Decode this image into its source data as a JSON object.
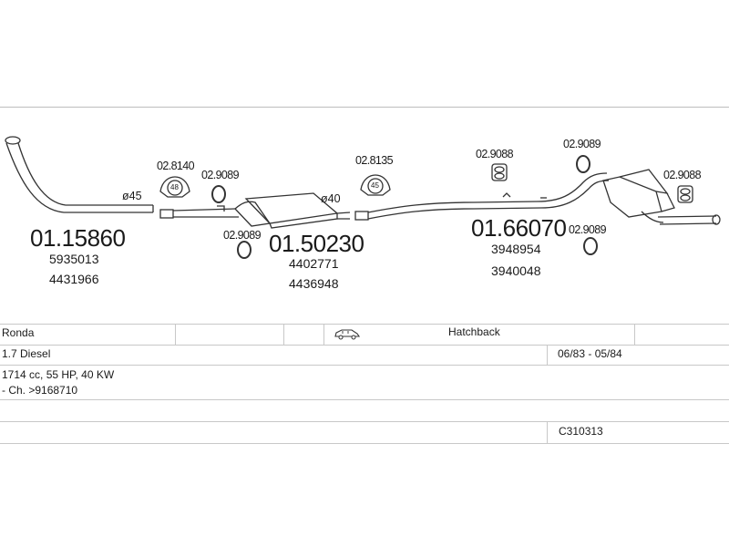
{
  "parts": {
    "front_pipe": {
      "number": "01.15860",
      "oe1": "5935013",
      "oe2": "4431966"
    },
    "middle_silencer": {
      "number": "01.50230",
      "oe1": "4402771",
      "oe2": "4436948"
    },
    "rear_silencer": {
      "number": "01.66070",
      "oe1": "3948954",
      "oe2": "3940048"
    }
  },
  "small_parts": {
    "gasket_48": "02.8140",
    "ring_a": "02.9089",
    "ring_b": "02.9089",
    "gasket_45": "02.8135",
    "rubber_c": "02.9088",
    "ring_c": "02.9089",
    "ring_d": "02.9089",
    "rubber_d": "02.9088"
  },
  "gasket_sizes": {
    "g48": "48",
    "g45": "45"
  },
  "diameters": {
    "d45": "ø45",
    "d40": "ø40"
  },
  "vehicle": {
    "model": "Ronda",
    "body": "Hatchback",
    "engine": "1.7 Diesel",
    "years": "06/83 - 05/84",
    "specs": "1714 cc, 55 HP, 40 KW",
    "chassis": "- Ch. >9168710",
    "code": "C310313"
  },
  "icons": {
    "car": "car-side-icon"
  }
}
